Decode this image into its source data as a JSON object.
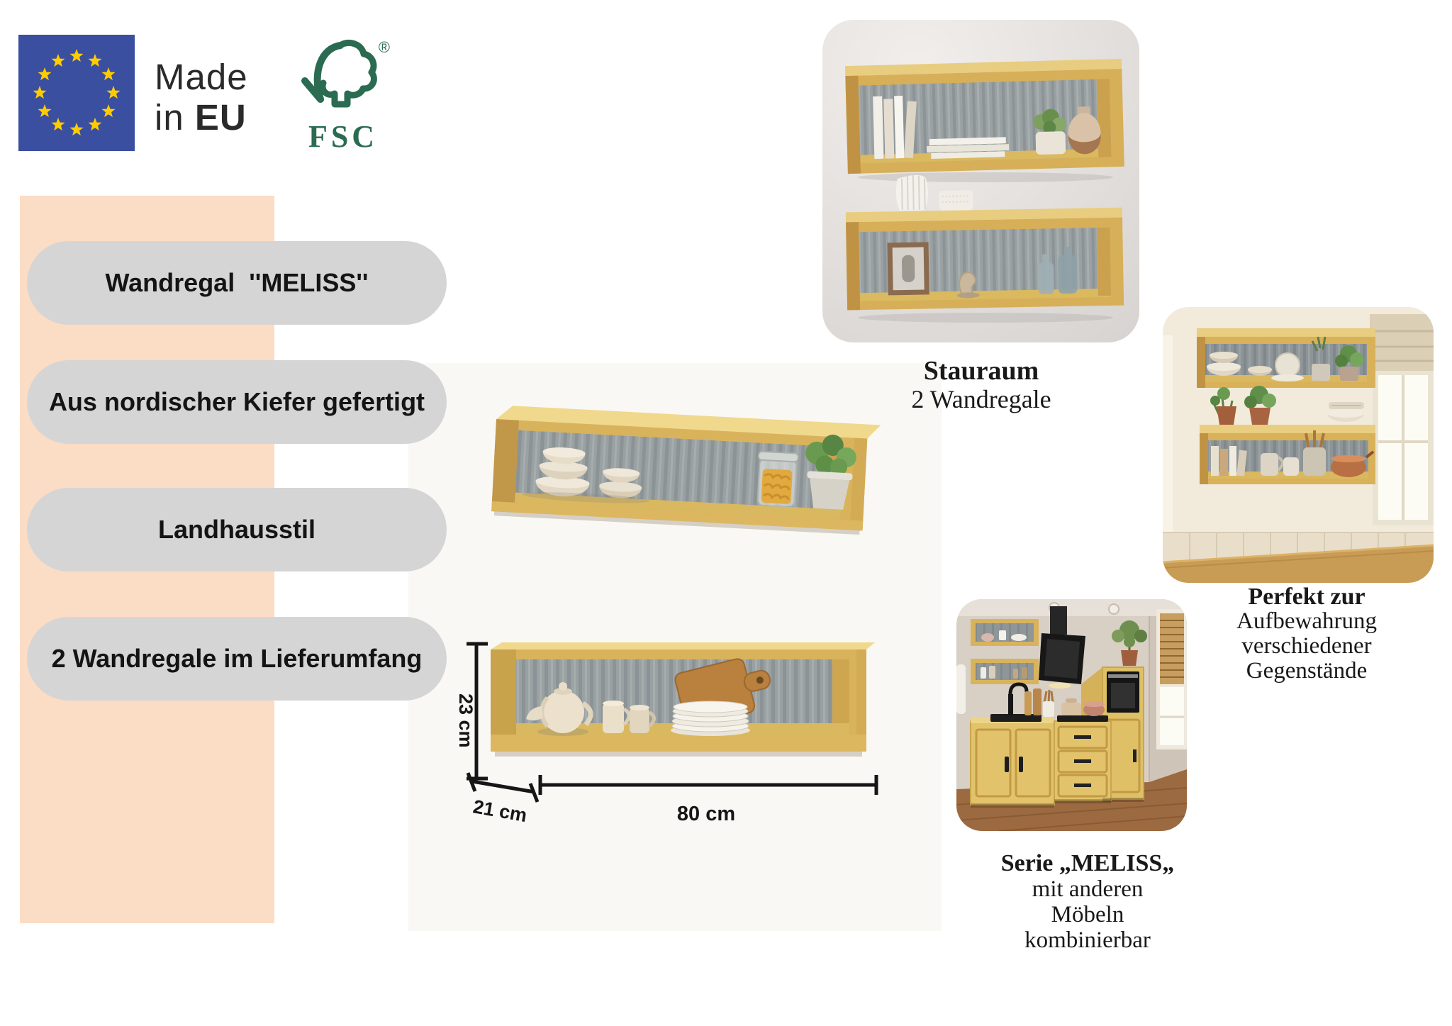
{
  "badges": {
    "made_in": {
      "line1": "Made",
      "line2_word": "in",
      "line2_bold": "EU"
    },
    "fsc": {
      "acronym": "FSC",
      "registered": "®"
    }
  },
  "features": {
    "items": [
      {
        "label": "Wandregal  ''MELISS''"
      },
      {
        "label": "Aus nordischer Kiefer gefertigt"
      },
      {
        "label": "Landhausstil"
      },
      {
        "label": "2 Wandregale im Lieferumfang"
      }
    ]
  },
  "dimensions": {
    "height": "23 cm",
    "depth": "21 cm",
    "width": "80 cm"
  },
  "captions": {
    "storage": {
      "title": "Stauraum",
      "subtitle": "2 Wandregale"
    },
    "usage": {
      "title": "Perfekt zur",
      "lines": [
        "Aufbewahrung",
        "verschiedener",
        "Gegenstände"
      ]
    },
    "series": {
      "title": "Serie „MELISS„",
      "lines": [
        "mit anderen",
        "Möbeln",
        "kombinierbar"
      ]
    }
  },
  "colors": {
    "peach_band": "#fbdcc5",
    "pill_gray": "#d5d5d5",
    "eu_blue": "#3b4fa0",
    "star_yellow": "#ffcc00",
    "fsc_green": "#2a6b52",
    "wood_light": "#ecd07e",
    "wood_mid": "#dcb75f",
    "wood_dark": "#c49a4c",
    "back_panel_gray": "#98a0a2",
    "text_dark": "#1a1a1a"
  }
}
